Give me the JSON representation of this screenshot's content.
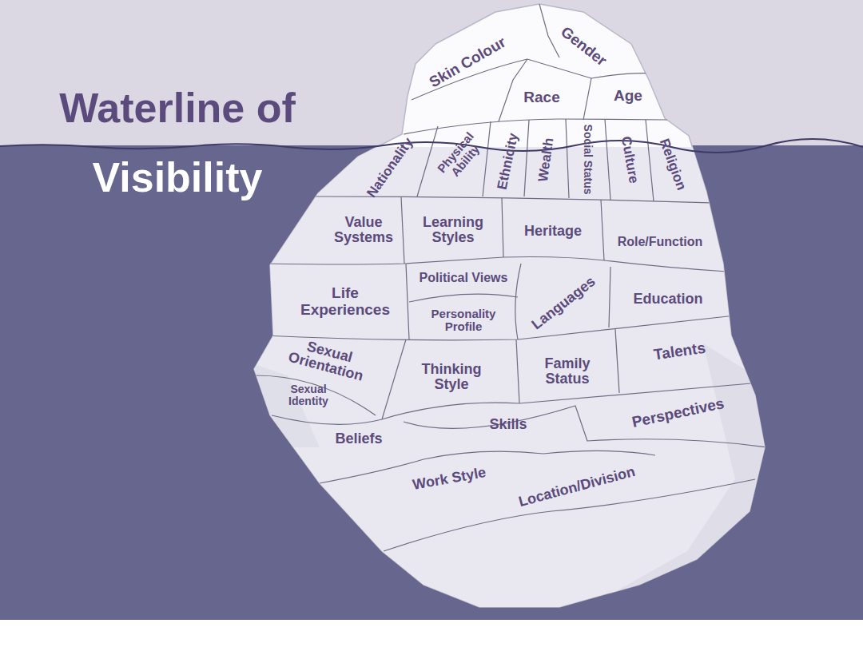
{
  "diagram": {
    "title": "Waterline of Visibility",
    "labels": [
      "Skin Colour",
      "Gender",
      "Race",
      "Age",
      "Nationality",
      "Physical Ability",
      "Ethnicity",
      "Wealth",
      "Social Status",
      "Culture",
      "Religion",
      "Value Systems",
      "Learning Styles",
      "Heritage",
      "Role/Function",
      "Life Experiences",
      "Political Views",
      "Personality Profile",
      "Languages",
      "Education",
      "Sexual Orientation",
      "Thinking Style",
      "Family Status",
      "Talents",
      "Sexual Identity",
      "Skills",
      "Perspectives",
      "Beliefs",
      "Work Style",
      "Location/Division"
    ]
  }
}
